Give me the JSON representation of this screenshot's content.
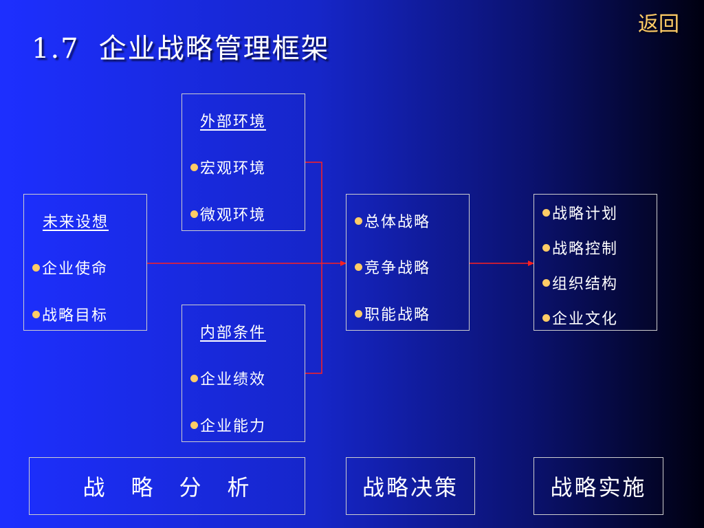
{
  "header": {
    "number": "1.7",
    "title": "企业战略管理框架",
    "back_label": "返回"
  },
  "boxes": {
    "future": {
      "title": "未来设想",
      "items": [
        "企业使命",
        "战略目标"
      ]
    },
    "external": {
      "title": "外部环境",
      "items": [
        "宏观环境",
        "微观环境"
      ]
    },
    "internal": {
      "title": "内部条件",
      "items": [
        "企业绩效",
        "企业能力"
      ]
    },
    "strategy": {
      "items": [
        "总体战略",
        "竞争战略",
        "职能战略"
      ]
    },
    "implementation": {
      "items": [
        "战略计划",
        "战略控制",
        "组织结构",
        "企业文化"
      ]
    }
  },
  "stages": {
    "analysis": "战　略　分　析",
    "decision": "战略决策",
    "execution": "战略实施"
  },
  "colors": {
    "background_left": "#1d2fff",
    "background_right": "#000010",
    "bullet": "#ffcc66",
    "back_link": "#ffcc66",
    "connector": "#ff2020",
    "border": "#cfcfcf"
  }
}
